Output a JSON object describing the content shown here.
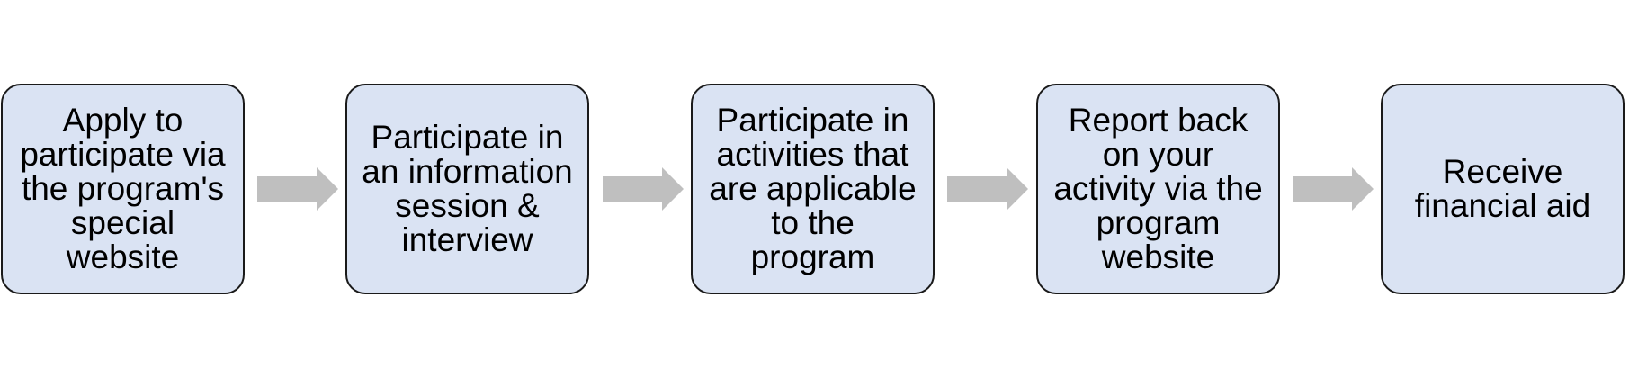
{
  "colors": {
    "box_fill": "#dae3f3",
    "box_border": "#1a1a1a",
    "arrow_fill": "#bfbfbf",
    "text": "#000000"
  },
  "flow": {
    "steps": [
      {
        "label": "Apply to\nparticipate via\nthe program's\nspecial\nwebsite"
      },
      {
        "label": "Participate in\nan information\nsession &\ninterview"
      },
      {
        "label": "Participate in\nactivities  that\nare applicable\nto the\nprogram"
      },
      {
        "label": "Report back\non your\nactivity via the\nprogram\nwebsite"
      },
      {
        "label": "Receive\nfinancial aid"
      }
    ],
    "connectors": [
      {
        "icon": "right-arrow-icon"
      },
      {
        "icon": "right-arrow-icon"
      },
      {
        "icon": "right-arrow-icon"
      },
      {
        "icon": "right-arrow-icon"
      }
    ]
  }
}
